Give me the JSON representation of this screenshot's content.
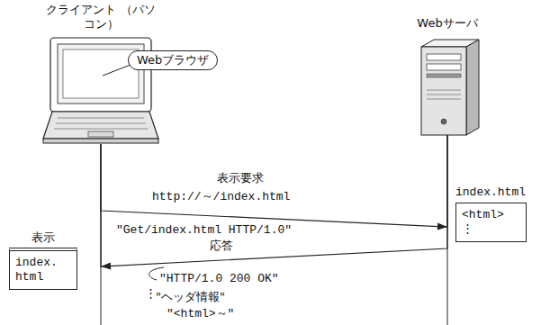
{
  "diagram": {
    "nodes": [
      {
        "text": [
          "クライアント （パソコン）"
        ]
      },
      {
        "text": [
          "Webブラウザ"
        ]
      },
      {
        "text": [
          "Webサーバ"
        ]
      },
      {
        "text": [
          "index.html",
          "<html>",
          "⋮"
        ]
      },
      {
        "text": [
          "表示",
          "index. html"
        ]
      }
    ],
    "edges": [
      {
        "from": 0,
        "to": 2,
        "arrow": "to",
        "label": "表示要求"
      },
      {
        "from": 2,
        "to": 0,
        "arrow": "to",
        "label": "応答"
      }
    ],
    "labels": [
      "http://～/index.html",
      "\"Get/index.html HTTP/1.0\"",
      "\"HTTP/1.0 200 OK\"",
      "⋮",
      "\"ヘッダ情報\"",
      "\"<html>～\""
    ]
  }
}
